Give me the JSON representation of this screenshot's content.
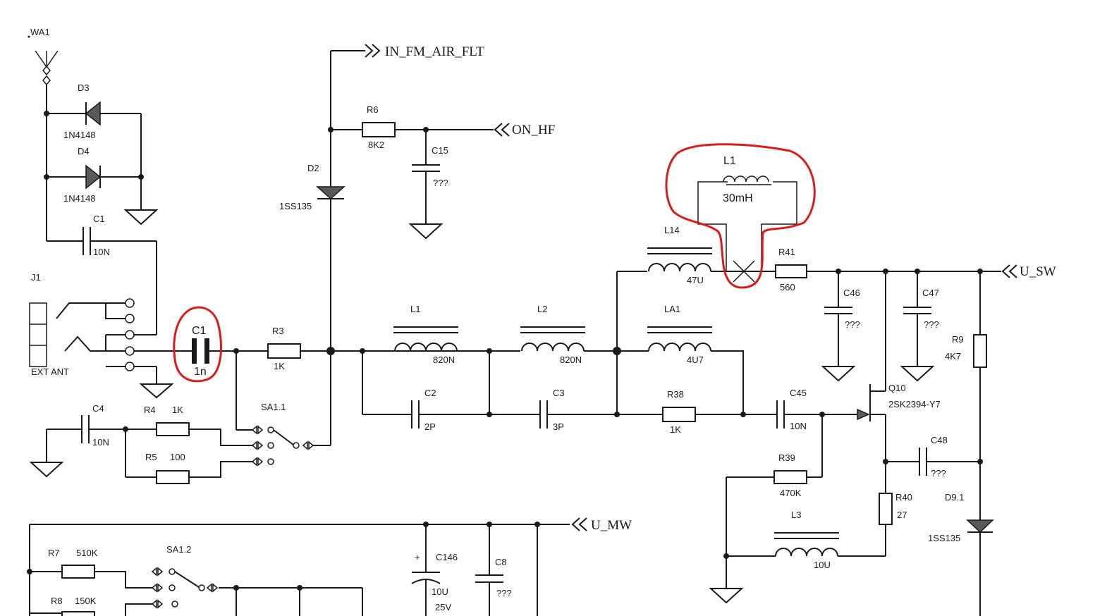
{
  "labels": {
    "wa1": "WA1",
    "d3": "D3",
    "d3_val": "1N4148",
    "d4": "D4",
    "d4_val": "1N4148",
    "c1": "C1",
    "c1_val": "10N",
    "j1": "J1",
    "ext_ant": "EXT ANT",
    "c1_callout": "C1",
    "c1_callout_val": "1n",
    "r3": "R3",
    "r3_val": "1K",
    "d2": "D2",
    "d2_val": "1SS135",
    "r6": "R6",
    "r6_val": "8K2",
    "c15": "C15",
    "c15_val": "???",
    "sa11": "SA1.1",
    "c4": "C4",
    "c4_val": "10N",
    "r4": "R4",
    "r4_val": "1K",
    "r5": "R5",
    "r5_val": "100",
    "l1": "L1",
    "l1_val": "820N",
    "l2": "L2",
    "l2_val": "820N",
    "c2": "C2",
    "c2_val": "2P",
    "c3": "C3",
    "c3_val": "3P",
    "l14": "L14",
    "l14_val": "47U",
    "la1": "LA1",
    "la1_val": "4U7",
    "r38": "R38",
    "r38_val": "1K",
    "c45": "C45",
    "c45_val": "10N",
    "r41": "R41",
    "r41_val": "560",
    "c46": "C46",
    "c46_val": "???",
    "c47": "C47",
    "c47_val": "???",
    "r9": "R9",
    "r9_val": "4K7",
    "q10": "Q10",
    "q10_val": "2SK2394-Y7",
    "c48": "C48",
    "c48_val": "???",
    "r39": "R39",
    "r39_val": "470K",
    "r40": "R40",
    "r40_val": "27",
    "d91": "D9.1",
    "d91_val": "1SS135",
    "l3": "L3",
    "l3_val": "10U",
    "l1_callout": "L1",
    "l1_callout_val": "30mH",
    "r7": "R7",
    "r7_val": "510K",
    "sa12": "SA1.2",
    "r8": "R8",
    "r8_val": "150K",
    "c146": "C146",
    "c146_val": "10U",
    "c146_v": "25V",
    "c146_pol": "+",
    "c8": "C8",
    "c8_val": "???"
  },
  "nets": {
    "in_fm_air_flt": "IN_FM_AIR_FLT",
    "on_hf": "ON_HF",
    "u_sw": "U_SW",
    "u_mw": "U_MW"
  },
  "colors": {
    "wire": "#1a1a1a",
    "highlight": "#d81b1b",
    "diode_fill": "#5a5a5a"
  }
}
